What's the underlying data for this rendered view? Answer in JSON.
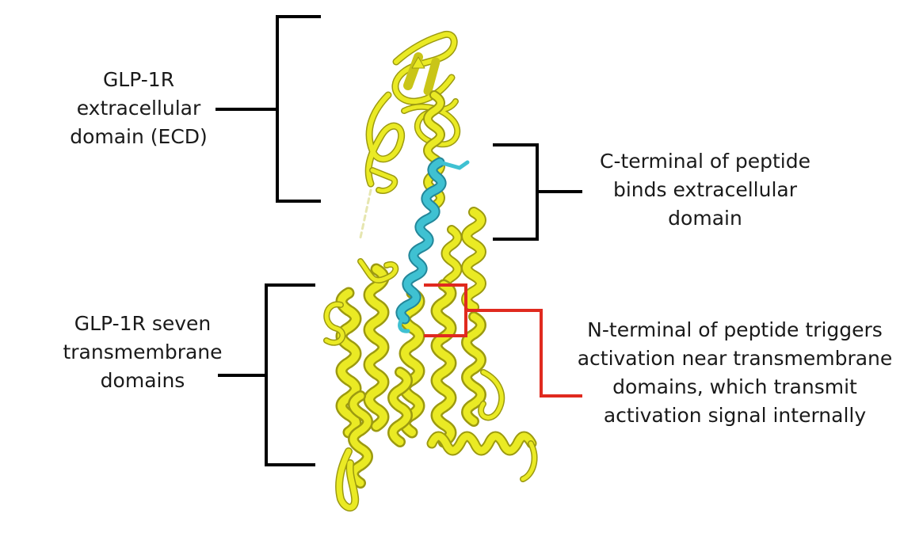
{
  "labels": {
    "ecd": {
      "lines": [
        "GLP-1R",
        "extracellular",
        "domain (ECD)"
      ]
    },
    "c_terminal": {
      "lines": [
        "C-terminal of peptide",
        "binds extracellular",
        "domain"
      ]
    },
    "transmembrane": {
      "lines": [
        "GLP-1R seven",
        "transmembrane",
        "domains"
      ]
    },
    "n_terminal": {
      "lines": [
        "N-terminal of peptide triggers",
        "activation near transmembrane",
        "domains, which transmit",
        "activation signal internally"
      ]
    }
  },
  "colors": {
    "receptor": "#eaea24",
    "receptor_dark": "#9c9a10",
    "peptide": "#3fc1d2",
    "bracket": "#000000",
    "highlight": "#e02a1f",
    "text": "#1a1a1a"
  }
}
